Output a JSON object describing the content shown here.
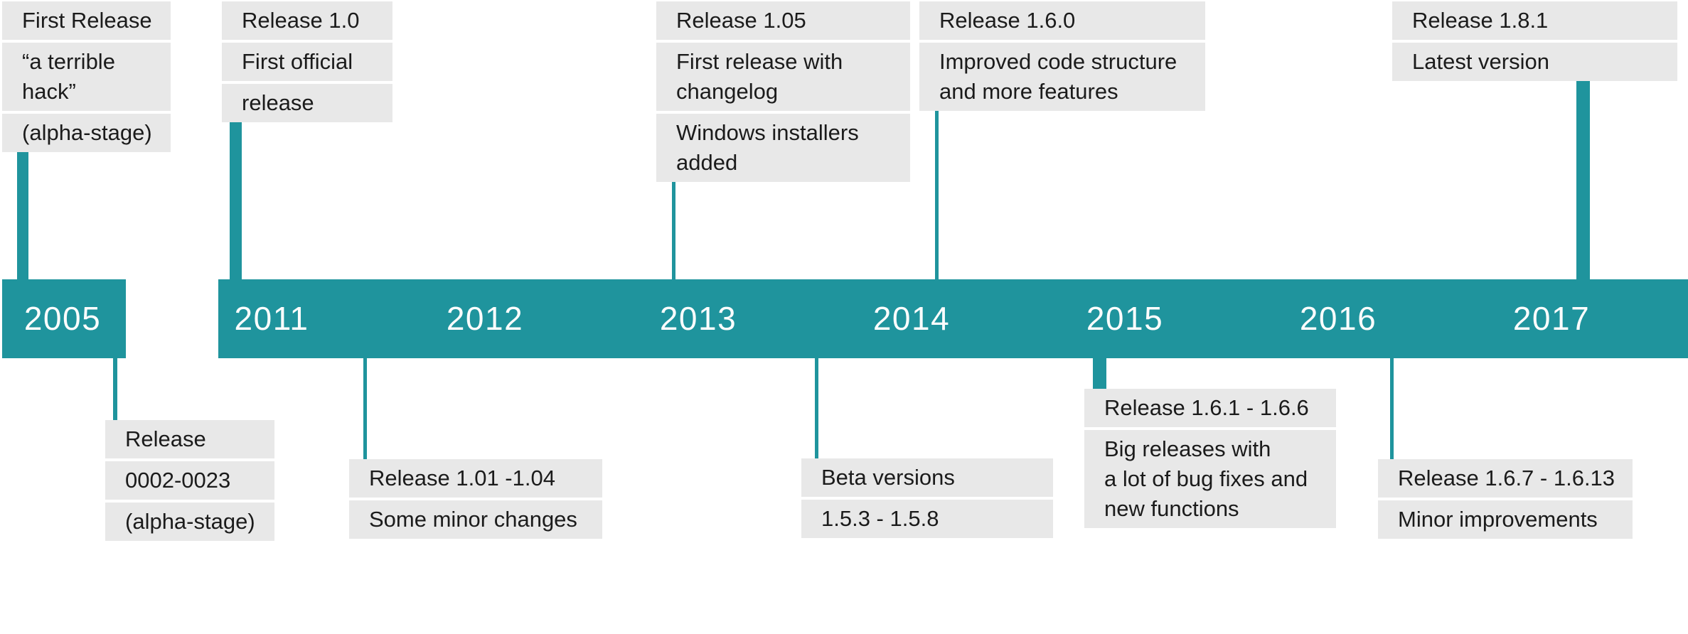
{
  "colors": {
    "teal": "#1F949D",
    "callout_box_gray": "#E8E8E8",
    "text_dark": "#1B1B1B",
    "year_text": "#FDFDFD",
    "background": "#FFFFFF"
  },
  "years": [
    "2005",
    "2011",
    "2012",
    "2013",
    "2014",
    "2015",
    "2016",
    "2017"
  ],
  "callouts_above": [
    {
      "year": "2005",
      "rows": [
        [
          "First Release"
        ],
        [
          "“a terrible",
          "hack”"
        ],
        [
          "(alpha-stage)"
        ]
      ]
    },
    {
      "year": "2011",
      "rows": [
        [
          "Release 1.0"
        ],
        [
          "First official"
        ],
        [
          "release"
        ]
      ]
    },
    {
      "year": "2013",
      "rows": [
        [
          "Release 1.05"
        ],
        [
          "First release with",
          "changelog"
        ],
        [
          "Windows installers",
          "added"
        ]
      ]
    },
    {
      "year": "2014",
      "rows": [
        [
          "Release 1.6.0"
        ],
        [
          "Improved code structure",
          "and more features"
        ]
      ]
    },
    {
      "year": "2017",
      "rows": [
        [
          "Release 1.8.1"
        ],
        [
          "Latest version"
        ]
      ]
    }
  ],
  "callouts_below": [
    {
      "year": "2005",
      "rows": [
        [
          "Release"
        ],
        [
          "0002-0023"
        ],
        [
          "(alpha-stage)"
        ]
      ]
    },
    {
      "year": "2011-2012",
      "rows": [
        [
          "Release 1.01 -1.04"
        ],
        [
          "Some minor changes"
        ]
      ]
    },
    {
      "year": "2013-2014",
      "rows": [
        [
          "Beta versions"
        ],
        [
          "1.5.3 - 1.5.8"
        ]
      ]
    },
    {
      "year": "2015",
      "rows": [
        [
          "Release 1.6.1 - 1.6.6"
        ],
        [
          "Big releases with",
          "a lot of bug fixes and",
          "new functions"
        ]
      ]
    },
    {
      "year": "2016",
      "rows": [
        [
          "Release 1.6.7 - 1.6.13"
        ],
        [
          "Minor improvements"
        ]
      ]
    }
  ]
}
